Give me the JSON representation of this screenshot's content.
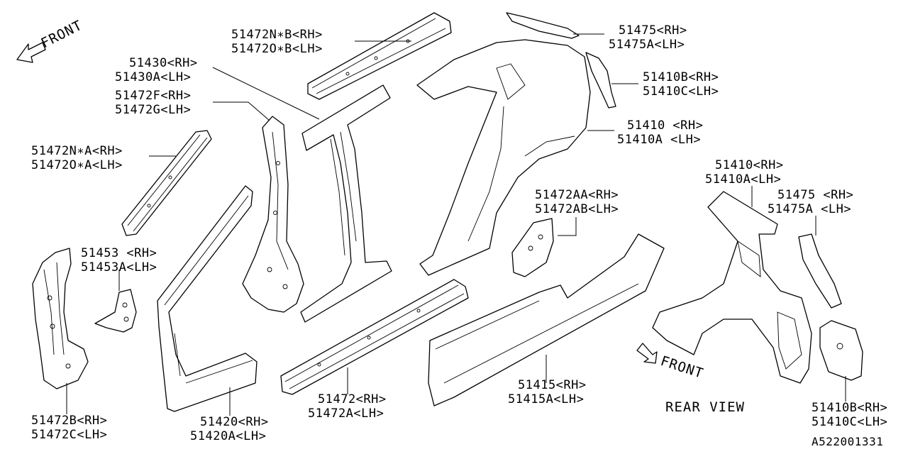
{
  "front_label": "FRONT",
  "front_label_rear": "FRONT",
  "rear_view": "REAR VIEW",
  "diagram_code": "A522001331",
  "labels": {
    "p51472nb": "51472N∗B<RH>",
    "p51472ob": "51472O∗B<LH>",
    "p51430": "51430<RH>",
    "p51430a": "51430A<LH>",
    "p51472f": "51472F<RH>",
    "p51472g": "51472G<LH>",
    "p51472na": "51472N∗A<RH>",
    "p51472oa": "51472O∗A<LH>",
    "p51453": "51453 <RH>",
    "p51453a": "51453A<LH>",
    "p51472b": "51472B<RH>",
    "p51472c": "51472C<LH>",
    "p51420": "51420<RH>",
    "p51420a": "51420A<LH>",
    "p51472": "51472<RH>",
    "p51472a": "51472A<LH>",
    "p51415": "51415<RH>",
    "p51415a": "51415A<LH>",
    "p51472aa": "51472AA<RH>",
    "p51472ab": "51472AB<LH>",
    "p51475": "51475<RH>",
    "p51475a": "51475A<LH>",
    "p51410b": "51410B<RH>",
    "p51410c": "51410C<LH>",
    "p51410": "51410 <RH>",
    "p51410a": "51410A <LH>",
    "r51410": "51410<RH>",
    "r51410a": "51410A<LH>",
    "r51475": "51475 <RH>",
    "r51475a": "51475A <LH>",
    "r51410b": "51410B<RH>",
    "r51410c": "51410C<LH>"
  }
}
